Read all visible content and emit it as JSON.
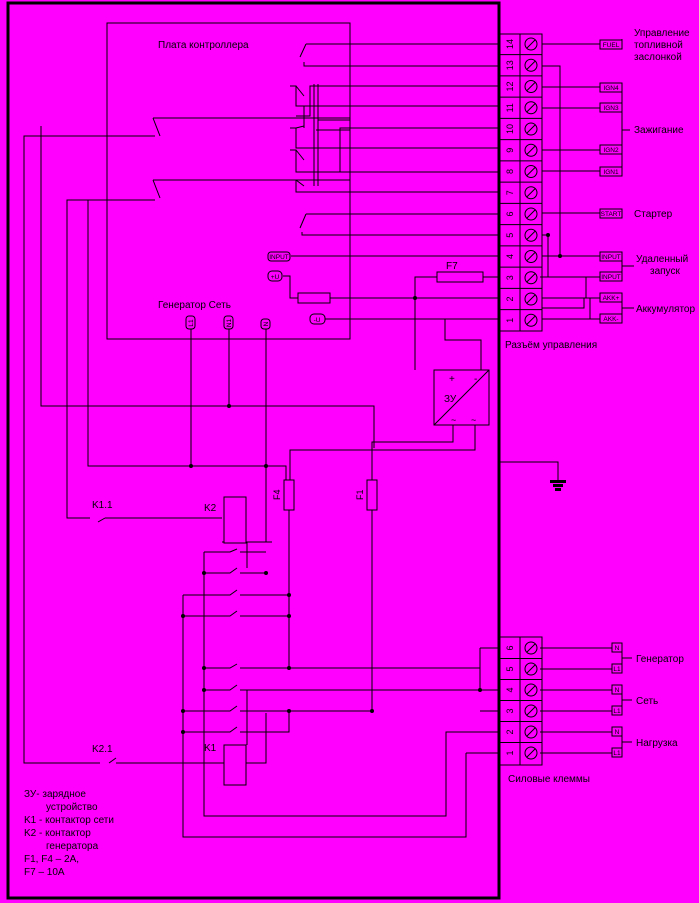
{
  "labels": {
    "board": "Плата контроллера",
    "gen_net": "Генератор Сеть",
    "control_connector": "Разъём управления",
    "power_terminals": "Силовые клеммы",
    "fuel_control": [
      "Управление",
      "топливной",
      "заслонкой"
    ],
    "ignition": "Зажигание",
    "starter": "Стартер",
    "remote_start": [
      "Удаленный",
      "запуск"
    ],
    "battery": "Аккумулятор",
    "generator": "Генератор",
    "network": "Сеть",
    "load": "Нагрузка",
    "charger": "ЗУ",
    "fuse_f7": "F7",
    "fuse_f4": "F4",
    "fuse_f1": "F1",
    "k1": "K1",
    "k2": "K2",
    "k11": "K1.1",
    "k21": "K2.1"
  },
  "legend": [
    "ЗУ- зарядное",
    "устройство",
    "K1 - контактор сети",
    "K2 - контактор",
    "генератора",
    "F1, F4 – 2A,",
    "F7 – 10A"
  ],
  "control_terminals": [
    "14",
    "13",
    "12",
    "11",
    "10",
    "9",
    "8",
    "7",
    "6",
    "5",
    "4",
    "3",
    "2",
    "1"
  ],
  "power_terminal_numbers": [
    "6",
    "5",
    "4",
    "3",
    "2",
    "1"
  ],
  "tags": {
    "fuel": "FUEL",
    "ign4": "IGN4",
    "ign3": "IGN3",
    "ign2": "IGN2",
    "ign1": "IGN1",
    "start": "START",
    "input": "INPUT",
    "akk_plus": "AKK+",
    "akk_minus": "AKK-",
    "n": "N",
    "l1": "L1"
  },
  "board_pins": {
    "input": "INPUT",
    "plus_u": "+U",
    "minus_u": "-U",
    "l1": "L1",
    "n1": "N1",
    "n": "N"
  },
  "charger_marks": {
    "plus": "+",
    "minus": "-",
    "tilde": "~"
  }
}
